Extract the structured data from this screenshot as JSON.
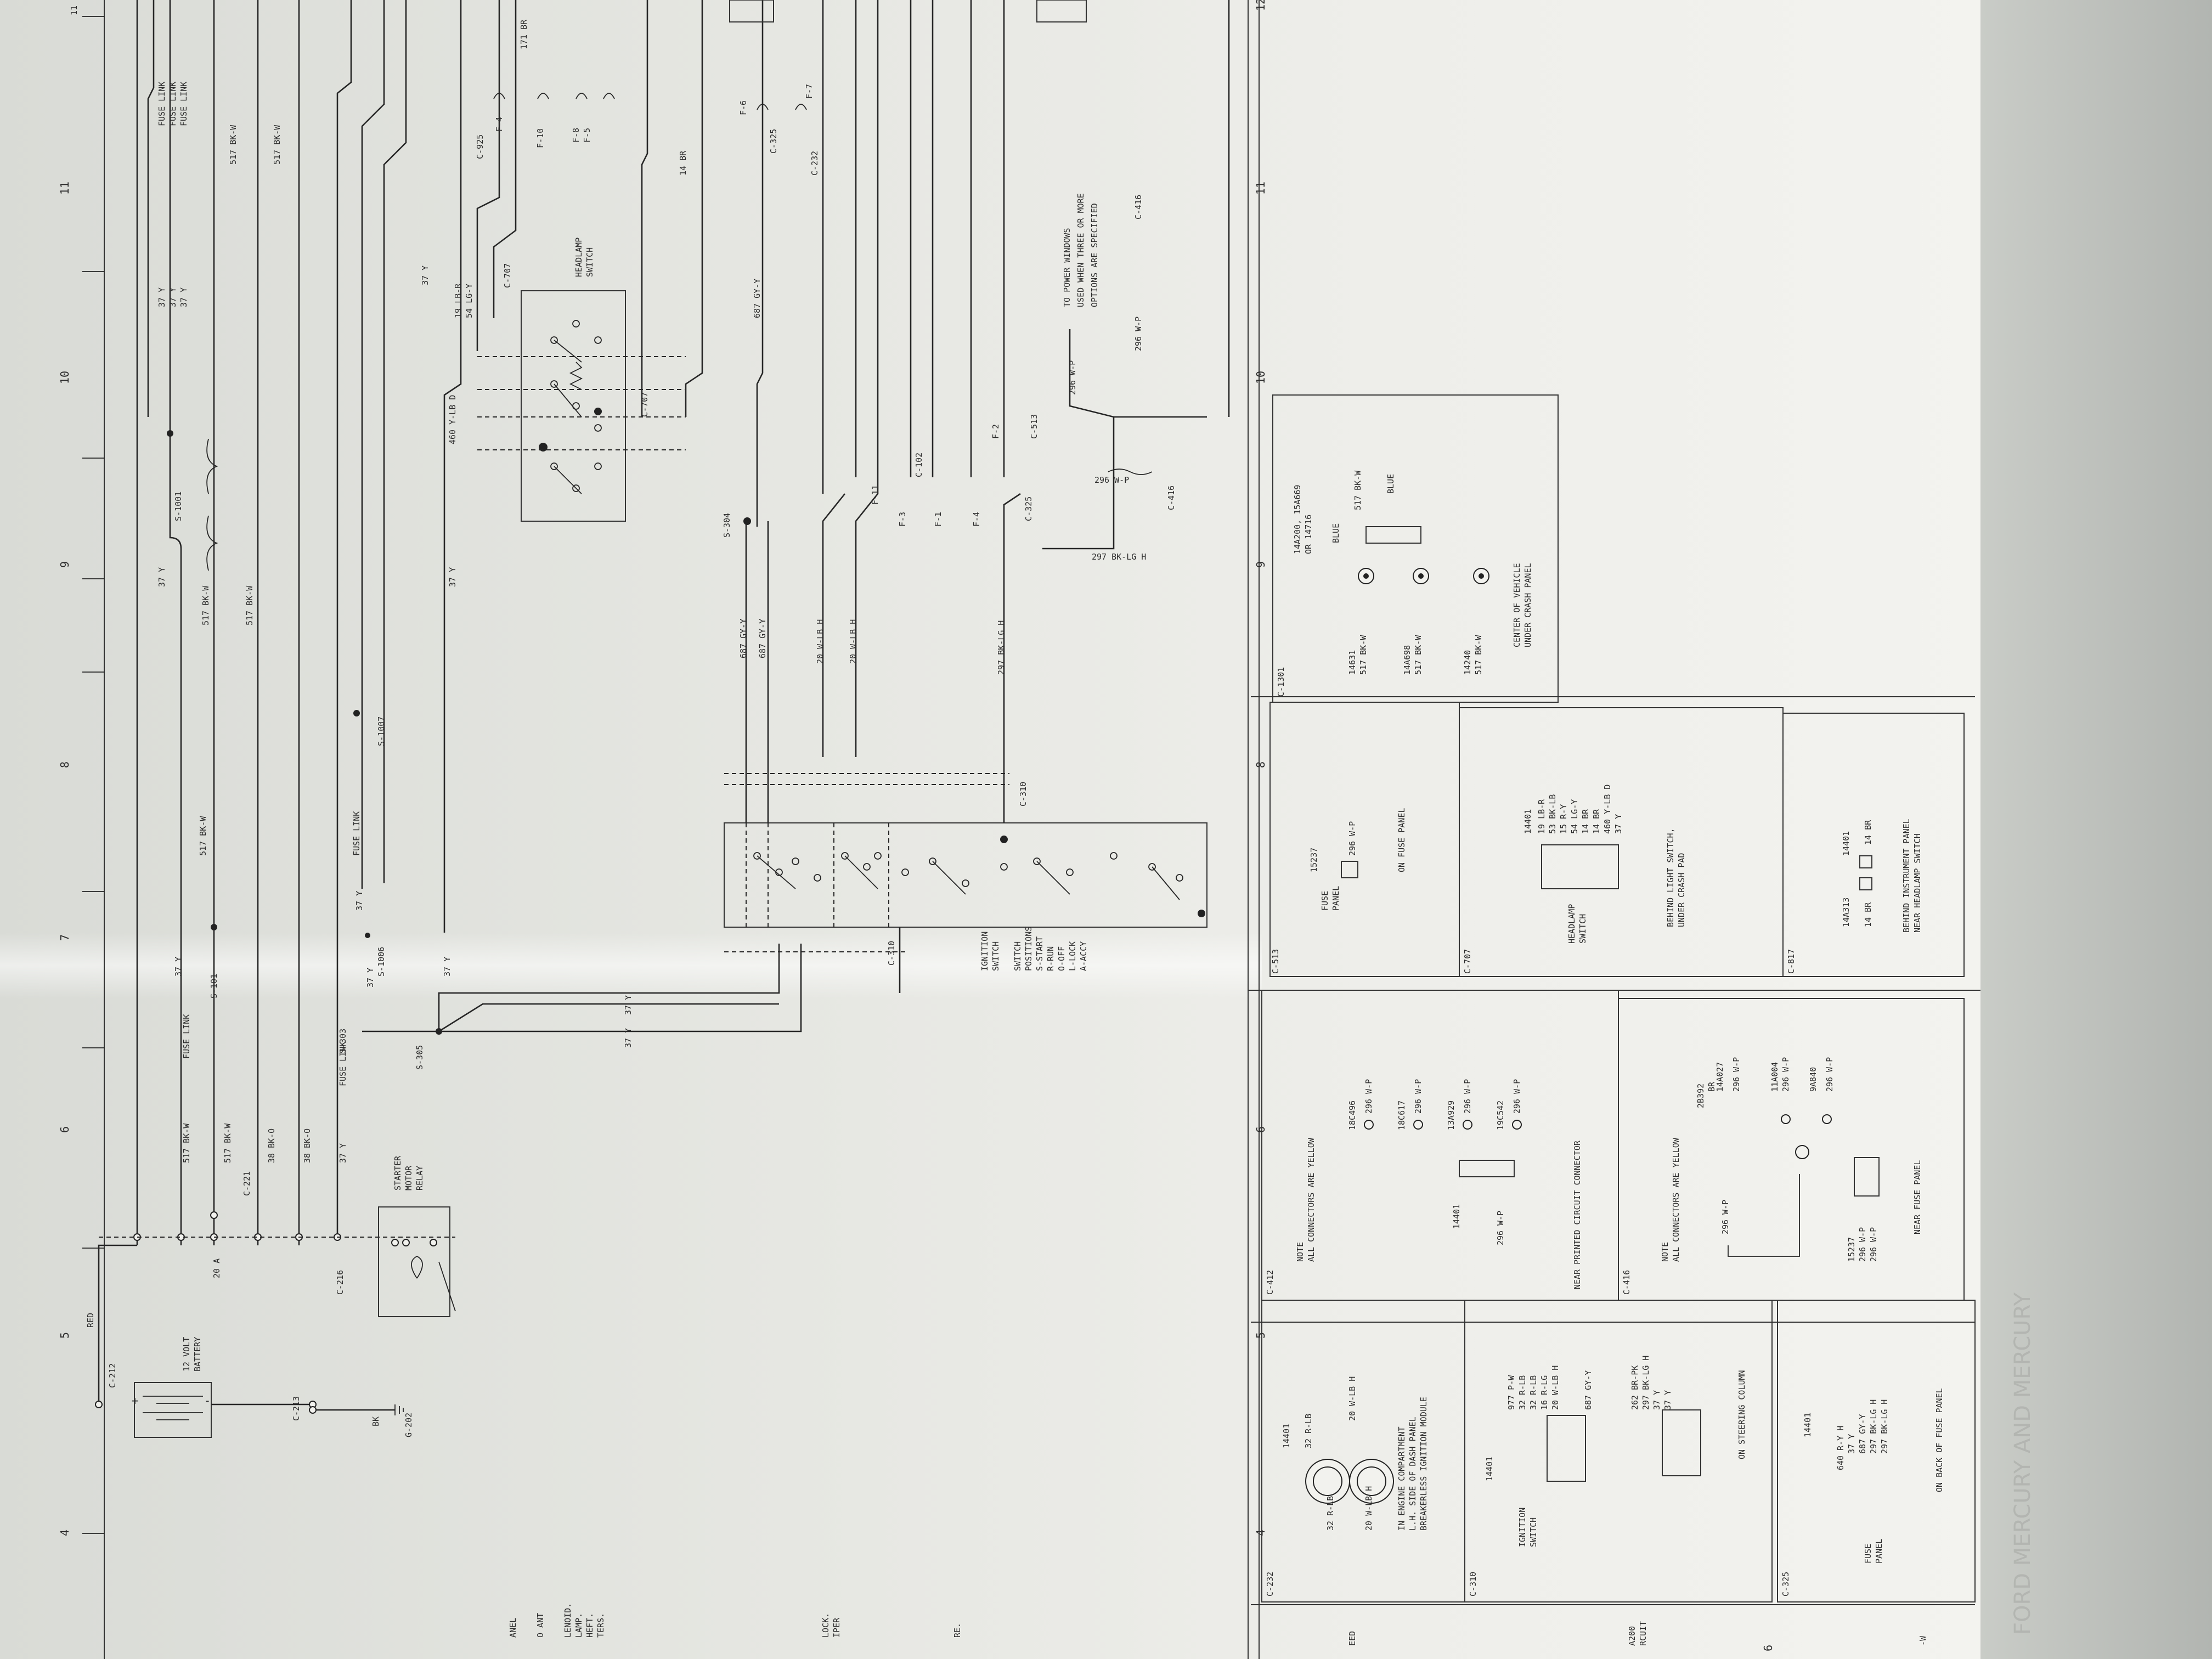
{
  "grid_numbers": [
    "4",
    "5",
    "6",
    "7",
    "8",
    "9",
    "10",
    "11",
    "12"
  ],
  "top_wires": {
    "fuse_links": [
      "FUSE LINK",
      "FUSE LINK",
      "FUSE LINK"
    ],
    "bk_w": [
      "517 BK-W",
      "517 BK-W"
    ],
    "y_wires": [
      "37 Y",
      "37 Y",
      "37 Y"
    ],
    "splice_s1001": "S-1001",
    "row1": "37 Y",
    "row2": "517 BK-W",
    "row3": "517 BK-W"
  },
  "battery": {
    "label1": "12 VOLT",
    "label2": "BATTERY",
    "red": "RED",
    "c212": "C-212",
    "c213": "C-213",
    "bk": "BK",
    "g202": "G-202",
    "amp": "20 A",
    "c221": "C-221",
    "c216": "C-216"
  },
  "battery_wires": {
    "w1": "517 BK-W",
    "fl1": "FUSE LINK",
    "w2": "517 BK-W",
    "w3": "38 BK-O",
    "w4": "38 BK-O",
    "w5": "37 Y",
    "fl2": "FUSE LINK",
    "s101": "S-101",
    "y1": "37 Y",
    "bkw8": "517 BK-W",
    "s303": "S-303",
    "s305": "S-305",
    "y2": "37 Y",
    "s1006": "S-1006",
    "y3": "37 Y",
    "fl3": "FUSE LINK",
    "s1007": "S-1007",
    "y4": "37 Y",
    "yy1": "37 Y",
    "yy2": "37 Y"
  },
  "starter": {
    "l1": "STARTER",
    "l2": "MOTOR",
    "l3": "RELAY"
  },
  "ignition": {
    "title1": "IGNITION",
    "title2": "SWITCH",
    "pos_title1": "SWITCH",
    "pos_title2": "POSITIONS",
    "positions": [
      "S-START",
      "R-RUN",
      "O-OFF",
      "L-LOCK",
      "A-ACCY"
    ],
    "c310a": "C-310",
    "c310b": "C-310"
  },
  "mid_wires": {
    "gy1": "687 GY-Y",
    "gy2": "687 GY-Y",
    "s304": "S-304",
    "wlb1": "20 W-LB H",
    "wlb2": "20 W-LB H",
    "bklg": "297 BK-LG H",
    "f3": "F-3",
    "f1": "F-1",
    "f4": "F-4",
    "f11": "F-11",
    "c102": "C-102",
    "c325": "C-325",
    "f2": "F-2",
    "c513": "C-513",
    "wp": "296 W-P",
    "bklgh": "297 BK-LG H",
    "c416": "C-416",
    "gy3": "687 GY-Y",
    "c232": "C-232",
    "f6": "F-6",
    "f7": "F-7",
    "c325b": "C-325",
    "br": "14 BR",
    "s416": "C-416",
    "wp2": "296 W-P",
    "wp3": "296 W-P"
  },
  "headlamp": {
    "title1": "HEADLAMP",
    "title2": "SWITCH",
    "c707a": "C-707",
    "c707b": "C-707",
    "w1": "19 LB-R",
    "w2": "54 LG-Y",
    "w3": "460 Y-LB D",
    "y37": "37 Y"
  },
  "fuse_top": {
    "c925": "C-925",
    "f4": "F-4",
    "f10": "F-10",
    "f8": "F-8",
    "f5": "F-5",
    "w171": "171 BR",
    "br": "14 BR"
  },
  "power_window_note": {
    "l1": "TO POWER WINDOWS",
    "l2": "USED WHEN THREE OR MORE",
    "l3": "OPTIONS ARE SPECIFIED"
  },
  "panels": {
    "c232": {
      "tag": "C-232",
      "part": "14401",
      "w1": "32 R-LB",
      "w2": "20 W-LB H",
      "w3": "32 R-LB",
      "w4": "20 W-LB H",
      "desc1": "IN ENGINE COMPARTMENT",
      "desc2": "L.H. SIDE OF DASH PANEL",
      "desc3": "BREAKERLESS IGNITION MODULE"
    },
    "c310": {
      "tag": "C-310",
      "part": "14401",
      "label1": "IGNITION",
      "label2": "SWITCH",
      "wires": [
        "977 P-W",
        "32 R-LB",
        "32 R-LB",
        "16 R-LG",
        "20 W-LB H",
        "687 GY-Y"
      ],
      "wires2": [
        "262 BR-PK",
        "297 BK-LG H",
        "37 Y",
        "37 Y"
      ],
      "desc": "ON STEERING COLUMN"
    },
    "c325": {
      "tag": "C-325",
      "part": "14401",
      "label1": "FUSE",
      "label2": "PANEL",
      "wires": [
        "640 R-Y H",
        "37 Y",
        "687 GY-Y",
        "297 BK-LG H",
        "297 BK-LG H"
      ],
      "desc": "ON BACK OF FUSE PANEL"
    },
    "c412": {
      "tag": "C-412",
      "note1": "NOTE",
      "note2": "ALL CONNECTORS ARE YELLOW",
      "parts": [
        "18C496",
        "18C617",
        "13A929",
        "19C542"
      ],
      "wires": [
        "296 W-P",
        "296 W-P",
        "296 W-P",
        "296 W-P"
      ],
      "part": "14401",
      "wire": "296 W-P",
      "desc": "NEAR PRINTED CIRCUIT CONNECTOR"
    },
    "c416": {
      "tag": "C-416",
      "note1": "NOTE",
      "note2": "ALL CONNECTORS ARE YELLOW",
      "p1": "2B392",
      "p1w": "BR",
      "p2": "14A027",
      "p3": "11A004",
      "p4": "9A840",
      "wires": [
        "296 W-P",
        "296 W-P",
        "296 W-P",
        "296 W-P"
      ],
      "p5": "15237",
      "w5": "296 W-P",
      "w6": "296 W-P",
      "desc": "NEAR FUSE PANEL"
    },
    "c513": {
      "tag": "C-513",
      "part": "15237",
      "l1": "FUSE",
      "l2": "PANEL",
      "wire": "296 W-P",
      "desc": "ON FUSE PANEL"
    },
    "c707": {
      "tag": "C-707",
      "part": "14401",
      "l1": "HEADLAMP",
      "l2": "SWITCH",
      "wires": [
        "19 LB-R",
        "53 BK-LB",
        "15 R-Y",
        "54 LG-Y",
        "14 BR",
        "14 BR",
        "460 Y-LB D",
        "37 Y"
      ],
      "desc1": "BEHIND LIGHT SWITCH,",
      "desc2": "UNDER CRASH PAD"
    },
    "c817": {
      "tag": "C-817",
      "p1": "14A313",
      "p2": "14401",
      "w1": "14 BR",
      "w2": "14 BR",
      "desc1": "BEHIND INSTRUMENT PANEL",
      "desc2": "NEAR HEADLAMP SWITCH"
    },
    "c1301": {
      "tag": "C-1301",
      "p1": "14A200, 15A669",
      "p2": "OR 14716",
      "blue1": "BLUE",
      "w1": "517 BK-W",
      "blue2": "BLUE",
      "parts": [
        "14631",
        "14A698",
        "14240"
      ],
      "wires": [
        "517 BK-W",
        "517 BK-W",
        "517 BK-W"
      ],
      "desc1": "CENTER OF VEHICLE",
      "desc2": "UNDER CRASH PANEL"
    }
  },
  "left_edge": [
    "ANEL",
    "O ANT",
    "LENOID.",
    "LAMP.",
    "HEFT.",
    "TERS.",
    "LOCK.",
    "IPER",
    "RE."
  ],
  "left_edge_lower": [
    "EED",
    "A200",
    "RCUIT",
    "6",
    "-W"
  ],
  "side_title": "FORD MERCURY AND MERCURY"
}
